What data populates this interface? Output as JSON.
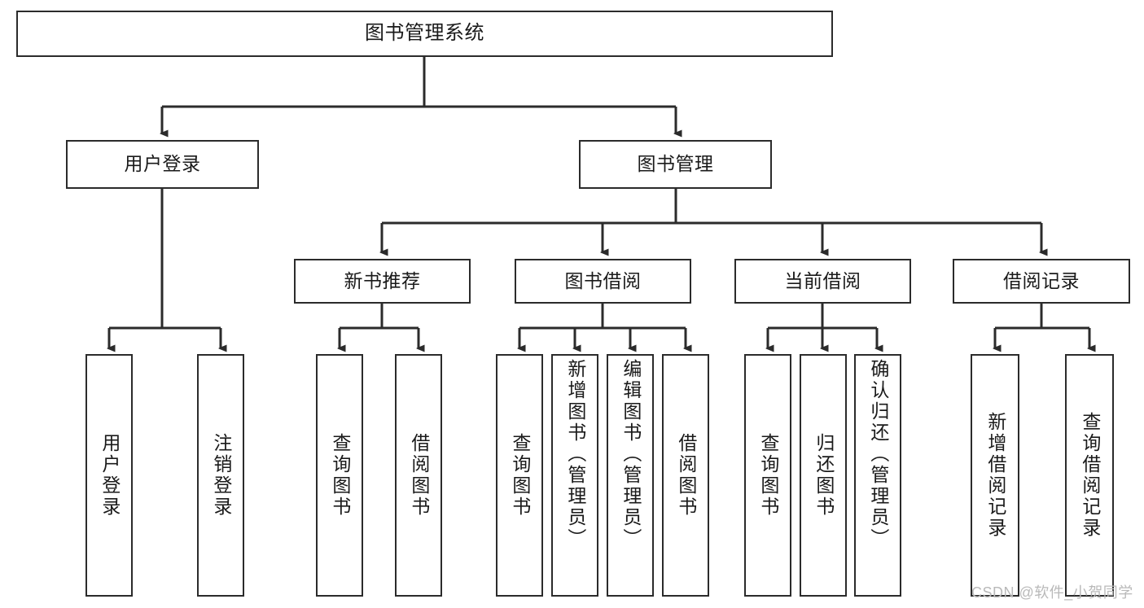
{
  "diagram": {
    "title": "图书管理系统",
    "type": "tree-hierarchy",
    "watermark": "CSDN @软件_小贺同学",
    "colors": {
      "box_border": "#2b2b2b",
      "box_fill": "#ffffff",
      "edge": "#2b2b2b",
      "text": "#1a1a1a",
      "watermark": "#b9b9b9",
      "background": "#ffffff"
    },
    "nodes": {
      "root": {
        "label": "图书管理系统"
      },
      "level2": [
        {
          "id": "user-login",
          "label": "用户登录"
        },
        {
          "id": "book-manage",
          "label": "图书管理"
        }
      ],
      "level3": [
        {
          "id": "new-book-recommend",
          "label": "新书推荐"
        },
        {
          "id": "book-borrow",
          "label": "图书借阅"
        },
        {
          "id": "current-borrow",
          "label": "当前借阅"
        },
        {
          "id": "borrow-record",
          "label": "借阅记录"
        }
      ],
      "leaves": {
        "user-login": [
          {
            "id": "leaf-user-login",
            "label": "用户登录"
          },
          {
            "id": "leaf-logout-login",
            "label": "注销登录"
          }
        ],
        "new-book-recommend": [
          {
            "id": "leaf-query-book-1",
            "label": "查询图书"
          },
          {
            "id": "leaf-borrow-book-1",
            "label": "借阅图书"
          }
        ],
        "book-borrow": [
          {
            "id": "leaf-query-book-2",
            "label": "查询图书"
          },
          {
            "id": "leaf-add-book-admin",
            "label": "新增图书（管理员）"
          },
          {
            "id": "leaf-edit-book-admin",
            "label": "编辑图书（管理员）"
          },
          {
            "id": "leaf-borrow-book-2",
            "label": "借阅图书"
          }
        ],
        "current-borrow": [
          {
            "id": "leaf-query-book-3",
            "label": "查询图书"
          },
          {
            "id": "leaf-return-book",
            "label": "归还图书"
          },
          {
            "id": "leaf-confirm-return-admin",
            "label": "确认归还（管理员）"
          }
        ],
        "borrow-record": [
          {
            "id": "leaf-add-borrow-record",
            "label": "新增借阅记录"
          },
          {
            "id": "leaf-query-borrow-record",
            "label": "查询借阅记录"
          }
        ]
      }
    }
  }
}
